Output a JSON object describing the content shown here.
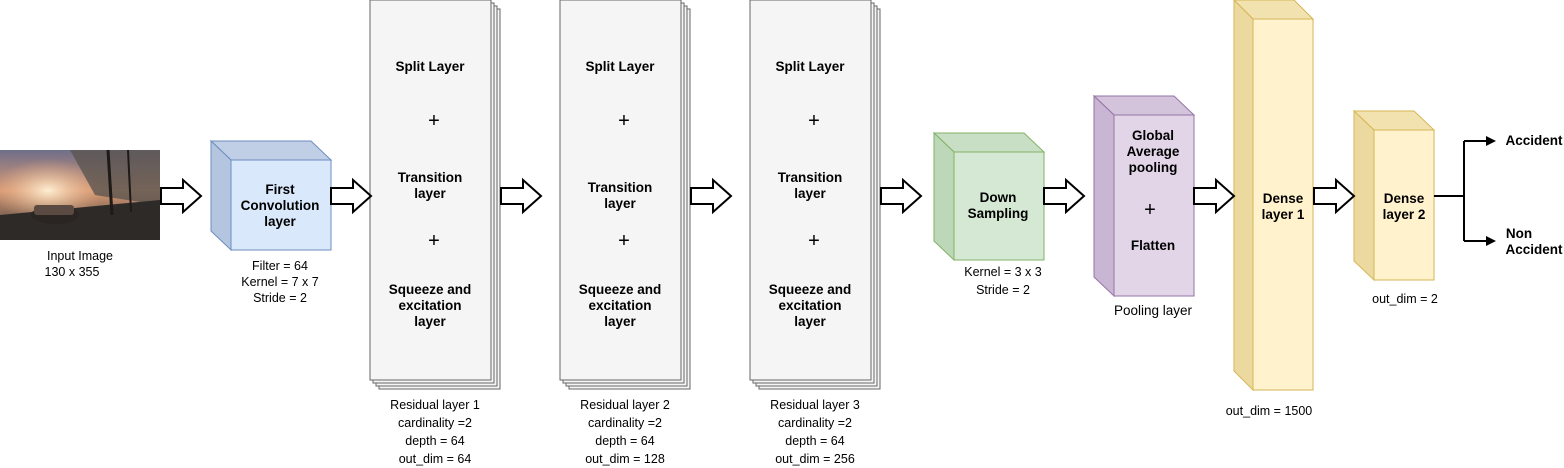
{
  "input": {
    "label": "Input Image",
    "size": "130 x 355",
    "image": "dashcam-car-image"
  },
  "conv": {
    "title": [
      "First",
      "Convolution",
      "layer"
    ],
    "params": [
      "Filter = 64",
      "Kernel = 7 x 7",
      "Stride = 2"
    ],
    "color": "#dae8fc",
    "stroke": "#6c8ebf"
  },
  "residual_blocks": [
    {
      "lines": [
        "Split Layer",
        "+",
        "Transition layer",
        "+",
        "Squeeze and excitation layer"
      ],
      "caption": [
        "Residual layer 1",
        "cardinality =2",
        "depth = 64",
        "out_dim = 64"
      ]
    },
    {
      "lines": [
        "Split Layer",
        "+",
        "Transition layer",
        "+",
        "Squeeze and excitation layer"
      ],
      "caption": [
        "Residual layer 2",
        "cardinality =2",
        "depth = 64",
        "out_dim = 128"
      ]
    },
    {
      "lines": [
        "Split Layer",
        "+",
        "Transition layer",
        "+",
        "Squeeze and excitation layer"
      ],
      "caption": [
        "Residual layer 3",
        "cardinality =2",
        "depth = 64",
        "out_dim = 256"
      ]
    }
  ],
  "downsample": {
    "title": [
      "Down",
      "Sampling"
    ],
    "params": [
      "Kernel = 3 x 3",
      "Stride = 2"
    ],
    "color": "#d5e8d4",
    "stroke": "#82b366"
  },
  "pooling": {
    "title": [
      "Global",
      "Average",
      "pooling",
      "+",
      "Flatten"
    ],
    "caption": "Pooling layer",
    "color": "#e1d5e7",
    "stroke": "#9673a6"
  },
  "dense1": {
    "title": [
      "Dense",
      "layer 1"
    ],
    "caption": "out_dim = 1500",
    "color": "#fff2cc",
    "stroke": "#d6b656"
  },
  "dense2": {
    "title": [
      "Dense",
      "layer 2"
    ],
    "caption": "out_dim = 2",
    "color": "#fff2cc",
    "stroke": "#d6b656"
  },
  "outputs": [
    "Accident",
    "Non Accident"
  ]
}
